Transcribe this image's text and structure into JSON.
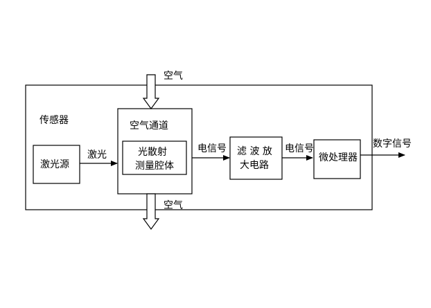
{
  "diagram": {
    "sensor_label": "传感器",
    "laser_source": "激光源",
    "laser_light": "激光",
    "air_channel": "空气通道",
    "scatter_chamber": {
      "line1": "光散射",
      "line2": "测量腔体"
    },
    "electric_signal_1": "电信号",
    "filter_amplifier": {
      "line1": "滤 波 放",
      "line2": "大电路"
    },
    "electric_signal_2": "电信号",
    "microprocessor": "微处理器",
    "digital_signal": "数字信号",
    "air_in": "空气",
    "air_out": "空气"
  }
}
